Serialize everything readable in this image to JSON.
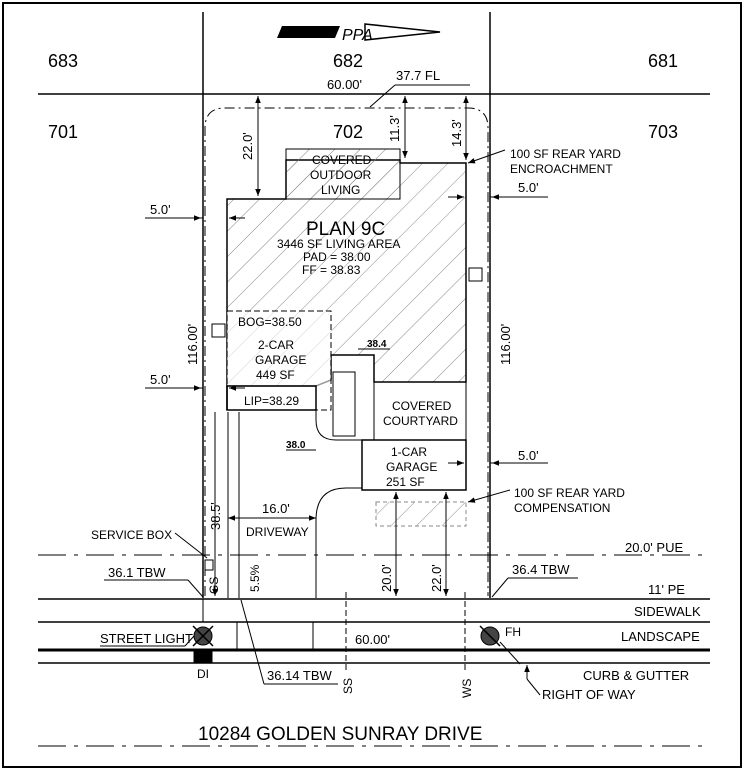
{
  "lots": {
    "top_left": "683",
    "top_center": "682",
    "top_right": "681",
    "mid_left": "701",
    "mid_center": "702",
    "mid_right": "703"
  },
  "dimensions": {
    "lot_width_top": "60.00'",
    "lot_width_bottom": "60.00'",
    "rear_fl": "37.7 FL",
    "rear_setback": "22.0'",
    "rear_11": "11.3'",
    "rear_14": "14.3'",
    "side_left_upper": "5.0'",
    "side_left_lower": "5.0'",
    "side_right_upper": "5.0'",
    "side_right_lower": "5.0'",
    "lot_depth_left": "116.00'",
    "lot_depth_right": "116.00'",
    "driveway_width": "16.0'",
    "front_38_5": "38.5'",
    "front_5_5": "5.5%",
    "front_20": "20.0'",
    "front_22": "22.0'",
    "elev_38_4": "38.4",
    "elev_38_0": "38.0"
  },
  "plan": {
    "name": "PLAN 9C",
    "living_area": "3446 SF LIVING AREA",
    "pad": "PAD = 38.00",
    "ff": "FF = 38.83"
  },
  "rooms": {
    "covered_outdoor": [
      "COVERED",
      "OUTDOOR",
      "LIVING"
    ],
    "garage2": [
      "BOG=38.50",
      "2-CAR",
      "GARAGE",
      "449 SF",
      "LIP=38.29"
    ],
    "courtyard": [
      "COVERED",
      "COURTYARD"
    ],
    "garage1": [
      "1-CAR",
      "GARAGE",
      "251 SF"
    ]
  },
  "callouts": {
    "encroachment": [
      "100 SF REAR YARD",
      "ENCROACHMENT"
    ],
    "compensation": [
      "100 SF REAR YARD",
      "COMPENSATION"
    ],
    "driveway": "DRIVEWAY",
    "service_box": "SERVICE BOX",
    "pue": "20.0' PUE",
    "tbw_left": "36.1 TBW",
    "tbw_right": "36.4 TBW",
    "tbw_bottom": "36.14 TBW",
    "pe": "11' PE",
    "sidewalk": "SIDEWALK",
    "landscape": "LANDSCAPE",
    "street_light": "STREET LIGHT",
    "fh": "FH",
    "di": "DI",
    "curb": "CURB & GUTTER",
    "row": "RIGHT OF WAY",
    "gs": "GS",
    "ss": "SS",
    "ws": "WS"
  },
  "street": {
    "name": "10284 GOLDEN SUNRAY DRIVE"
  },
  "logo": {
    "text": "PPA"
  }
}
